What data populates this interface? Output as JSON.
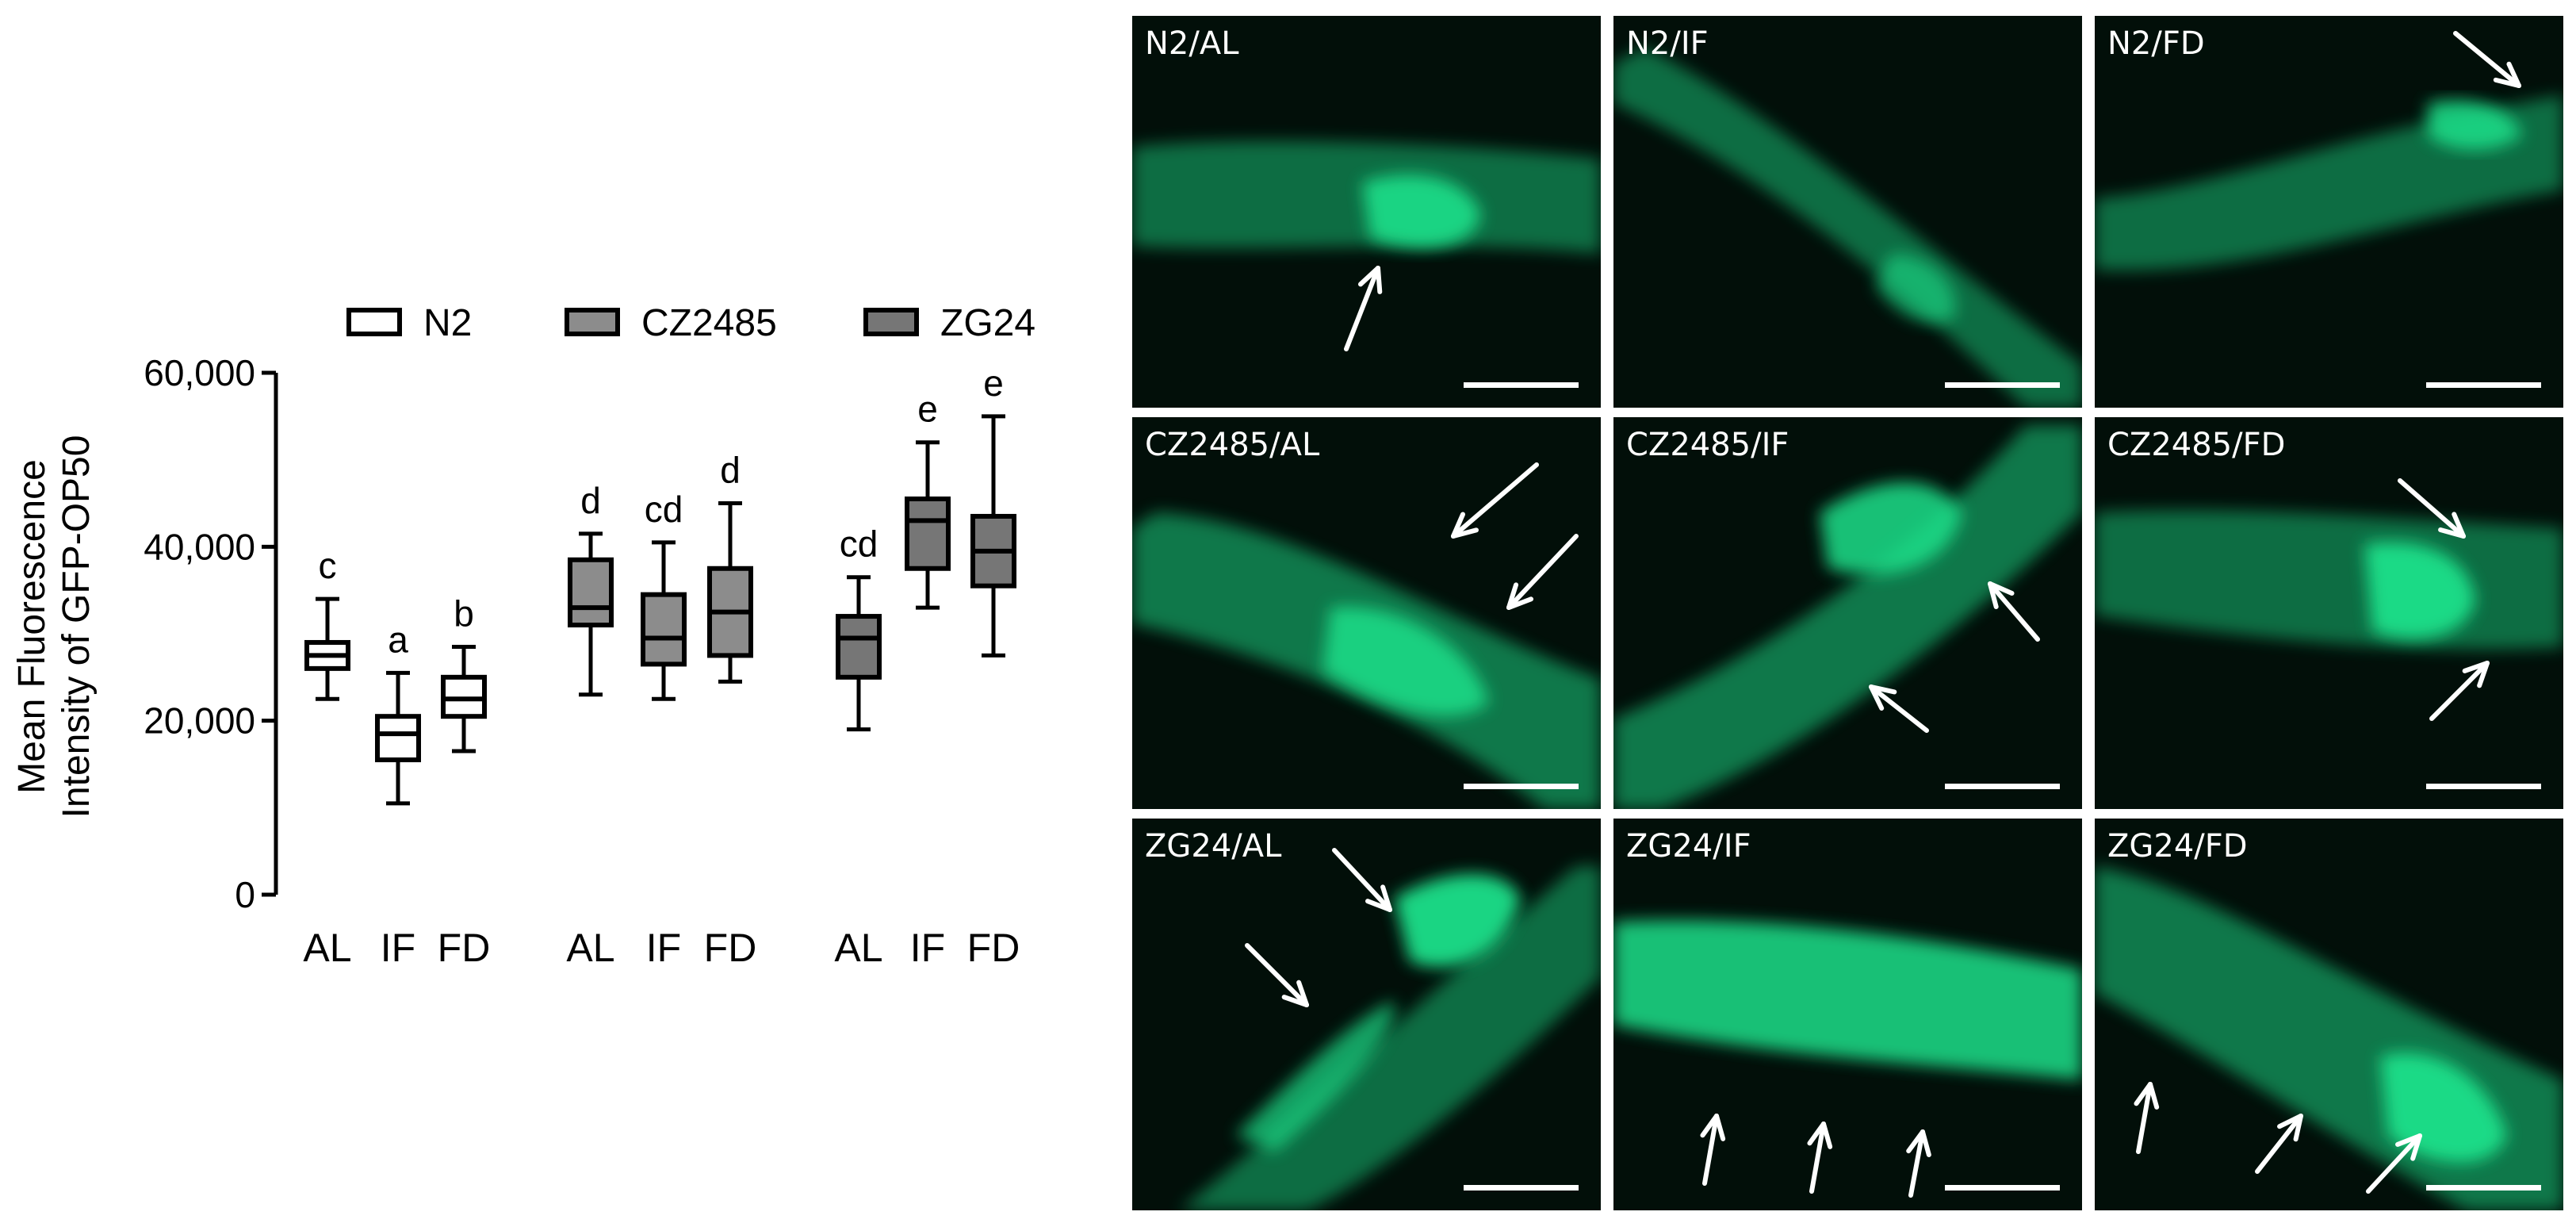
{
  "chart_data": {
    "type": "box",
    "ylabel": [
      "Mean Fluorescence",
      "Intensity of GFP-OP50"
    ],
    "yticks": [
      "0",
      "20,000",
      "40,000",
      "60,000"
    ],
    "ytick_values": [
      0,
      20000,
      40000,
      60000
    ],
    "ylim": [
      0,
      60000
    ],
    "legend_placement": "top",
    "series": [
      {
        "name": "N2",
        "color": "#ffffff",
        "groups": [
          {
            "category": "AL",
            "whisker_low": 22500,
            "q1": 26000,
            "median": 27500,
            "q3": 29000,
            "whisker_high": 34000,
            "letter": "c"
          },
          {
            "category": "IF",
            "whisker_low": 10500,
            "q1": 15500,
            "median": 18500,
            "q3": 20500,
            "whisker_high": 25500,
            "letter": "a"
          },
          {
            "category": "FD",
            "whisker_low": 16500,
            "q1": 20500,
            "median": 22500,
            "q3": 25000,
            "whisker_high": 28500,
            "letter": "b"
          }
        ]
      },
      {
        "name": "CZ2485",
        "color": "#8c8c8c",
        "groups": [
          {
            "category": "AL",
            "whisker_low": 23000,
            "q1": 31000,
            "median": 33000,
            "q3": 38500,
            "whisker_high": 41500,
            "letter": "d"
          },
          {
            "category": "IF",
            "whisker_low": 22500,
            "q1": 26500,
            "median": 29500,
            "q3": 34500,
            "whisker_high": 40500,
            "letter": "cd"
          },
          {
            "category": "FD",
            "whisker_low": 24500,
            "q1": 27500,
            "median": 32500,
            "q3": 37500,
            "whisker_high": 45000,
            "letter": "d"
          }
        ]
      },
      {
        "name": "ZG24",
        "color": "#767676",
        "groups": [
          {
            "category": "AL",
            "whisker_low": 19000,
            "q1": 25000,
            "median": 29500,
            "q3": 32000,
            "whisker_high": 36500,
            "letter": "cd"
          },
          {
            "category": "IF",
            "whisker_low": 33000,
            "q1": 37500,
            "median": 43000,
            "q3": 45500,
            "whisker_high": 52000,
            "letter": "e"
          },
          {
            "category": "FD",
            "whisker_low": 27500,
            "q1": 35500,
            "median": 39500,
            "q3": 43500,
            "whisker_high": 55000,
            "letter": "e"
          }
        ]
      }
    ]
  },
  "panels": [
    {
      "label": "N2/AL"
    },
    {
      "label": "N2/IF"
    },
    {
      "label": "N2/FD"
    },
    {
      "label": "CZ2485/AL"
    },
    {
      "label": "CZ2485/IF"
    },
    {
      "label": "CZ2485/FD"
    },
    {
      "label": "ZG24/AL"
    },
    {
      "label": "ZG24/IF"
    },
    {
      "label": "ZG24/FD"
    }
  ],
  "colors": {
    "fluorescence": "#1fe08a",
    "panel_background": "#020f09",
    "arrow": "#ffffff",
    "scale_bar": "#ffffff"
  }
}
